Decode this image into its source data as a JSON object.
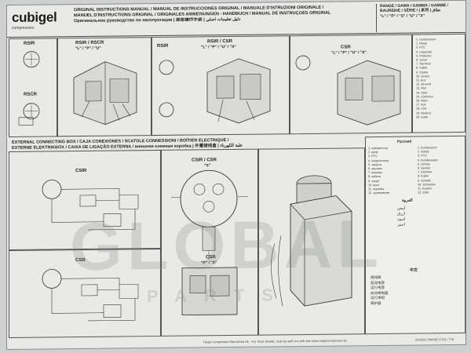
{
  "header": {
    "brand": "cubigel",
    "brand_sub": "compressors",
    "titles": [
      "ORIGINAL INSTRUCTIONS MANUAL / MANUAL DE INSTRUCCIONES ORIGINAL / MANUALE D'ISTRUZIONI ORIGINALE /",
      "MANUEL D'INSTRUCTIONS ORIGINAL / ORIGINALES ANWEISUNGEN - HANDBUCH / MANUAL DE INSTRUÇÕES ORIGINAL",
      "Оригинальное руководство по эксплуатации | 原版操作手册 | دليل تعليمات أصلي"
    ],
    "range_title": "RANGE / GAMA / GAMMA / GAMME / BAUREIHE / SÉRIE / | 系列 | نطاق",
    "range_values": "\"L\" / \"P\" / \"S\" / \"U\" / \"X\""
  },
  "panels": {
    "rsir": "RSIR",
    "rscr": "RSCR",
    "rsir_rscr": "RSIR / RSCR",
    "rsir_rscr_range": "\"L\" / \"P\" / \"U\"",
    "rsir_csr": "RSIR / CSR",
    "rsir_csr_range": "\"L\" / \"P\" / \"U\" / \"X\"",
    "rsir2": "RSIR",
    "csr_top": "CSR",
    "csr_top_range": "\"L\" / \"P\" / \"U\" / \"X\"",
    "csir_mid": "CSIR",
    "csr_mid": "CSR"
  },
  "ext": {
    "lines": [
      "EXTERNAL CONNECTING BOX  /  CAJA CONEXIONES  /  SCATOLE CONNESSIONI  /  BOÎTIER ELECTRIQUE  /",
      "EXTERNE ELEKTRIKBOX  /  CAIXA DE LIGAÇÃO EXTERNA  /  внешняя клемная коробка  |  外置接线盒  |  علبة الكهرباء"
    ],
    "csir": "CSIR",
    "csir_csr": "CSIR / CSR",
    "csir_csr_range": "\"S\"",
    "csr": "CSR",
    "csr_range": "\"P\" / \"X\"",
    "csr_left": "CSR"
  },
  "legend": {
    "ru_head": "Русский",
    "ar_head": "العربية",
    "zh_head": "中文",
    "ar_items": [
      "أبيض",
      "أزرق",
      "أسود",
      "أحمر"
    ],
    "zh_items": [
      "底线框",
      "起动电容",
      "运行电容",
      "启动继电器",
      "运行绕组",
      "保护器"
    ]
  },
  "footer": {
    "left": "Huayi Compressor Barcelona SL - For more details, read as well our web site www.huayicompressor.es",
    "right": "02/2021   FM408.1TO2 / T76"
  },
  "watermark": {
    "main": "GLOBAL",
    "sub": "PARTS"
  },
  "colors": {
    "paper": "#e9eae7",
    "ink": "#222222"
  }
}
